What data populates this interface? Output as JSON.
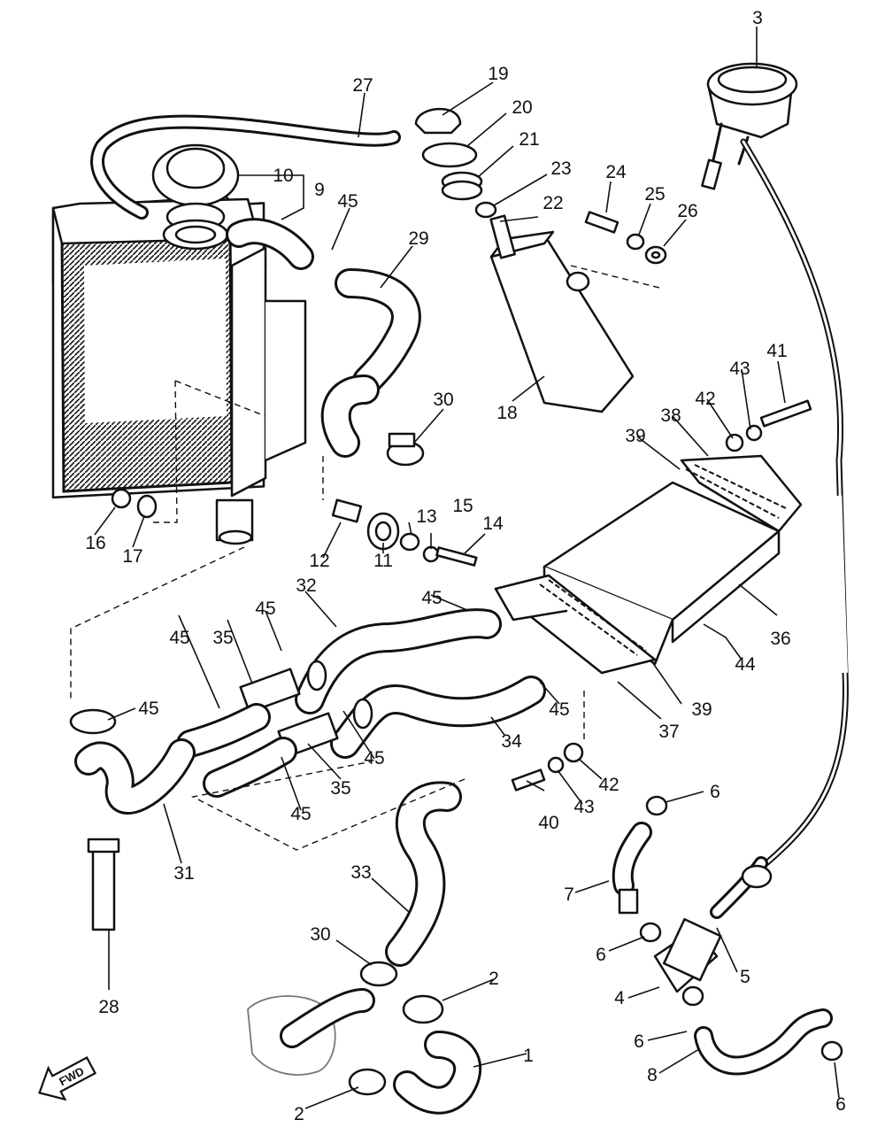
{
  "fwd_label": "FWD",
  "callouts": {
    "c1": "1",
    "c2a": "2",
    "c2b": "2",
    "c3": "3",
    "c4": "4",
    "c5": "5",
    "c6a": "6",
    "c6b": "6",
    "c6c": "6",
    "c6d": "6",
    "c7": "7",
    "c8": "8",
    "c9": "9",
    "c10": "10",
    "c11": "11",
    "c12": "12",
    "c13": "13",
    "c14": "14",
    "c15": "15",
    "c16": "16",
    "c17": "17",
    "c18": "18",
    "c19": "19",
    "c20": "20",
    "c21": "21",
    "c22": "22",
    "c23": "23",
    "c24": "24",
    "c25": "25",
    "c26": "26",
    "c27": "27",
    "c28": "28",
    "c29": "29",
    "c30a": "30",
    "c30b": "30",
    "c31": "31",
    "c32": "32",
    "c33": "33",
    "c34": "34",
    "c35a": "35",
    "c35b": "35",
    "c36": "36",
    "c37": "37",
    "c38": "38",
    "c39a": "39",
    "c39b": "39",
    "c40": "40",
    "c41": "41",
    "c42a": "42",
    "c42b": "42",
    "c43a": "43",
    "c43b": "43",
    "c44": "44",
    "c45a": "45",
    "c45b": "45",
    "c45c": "45",
    "c45d": "45",
    "c45e": "45",
    "c45f": "45",
    "c45g": "45",
    "c45h": "45"
  }
}
